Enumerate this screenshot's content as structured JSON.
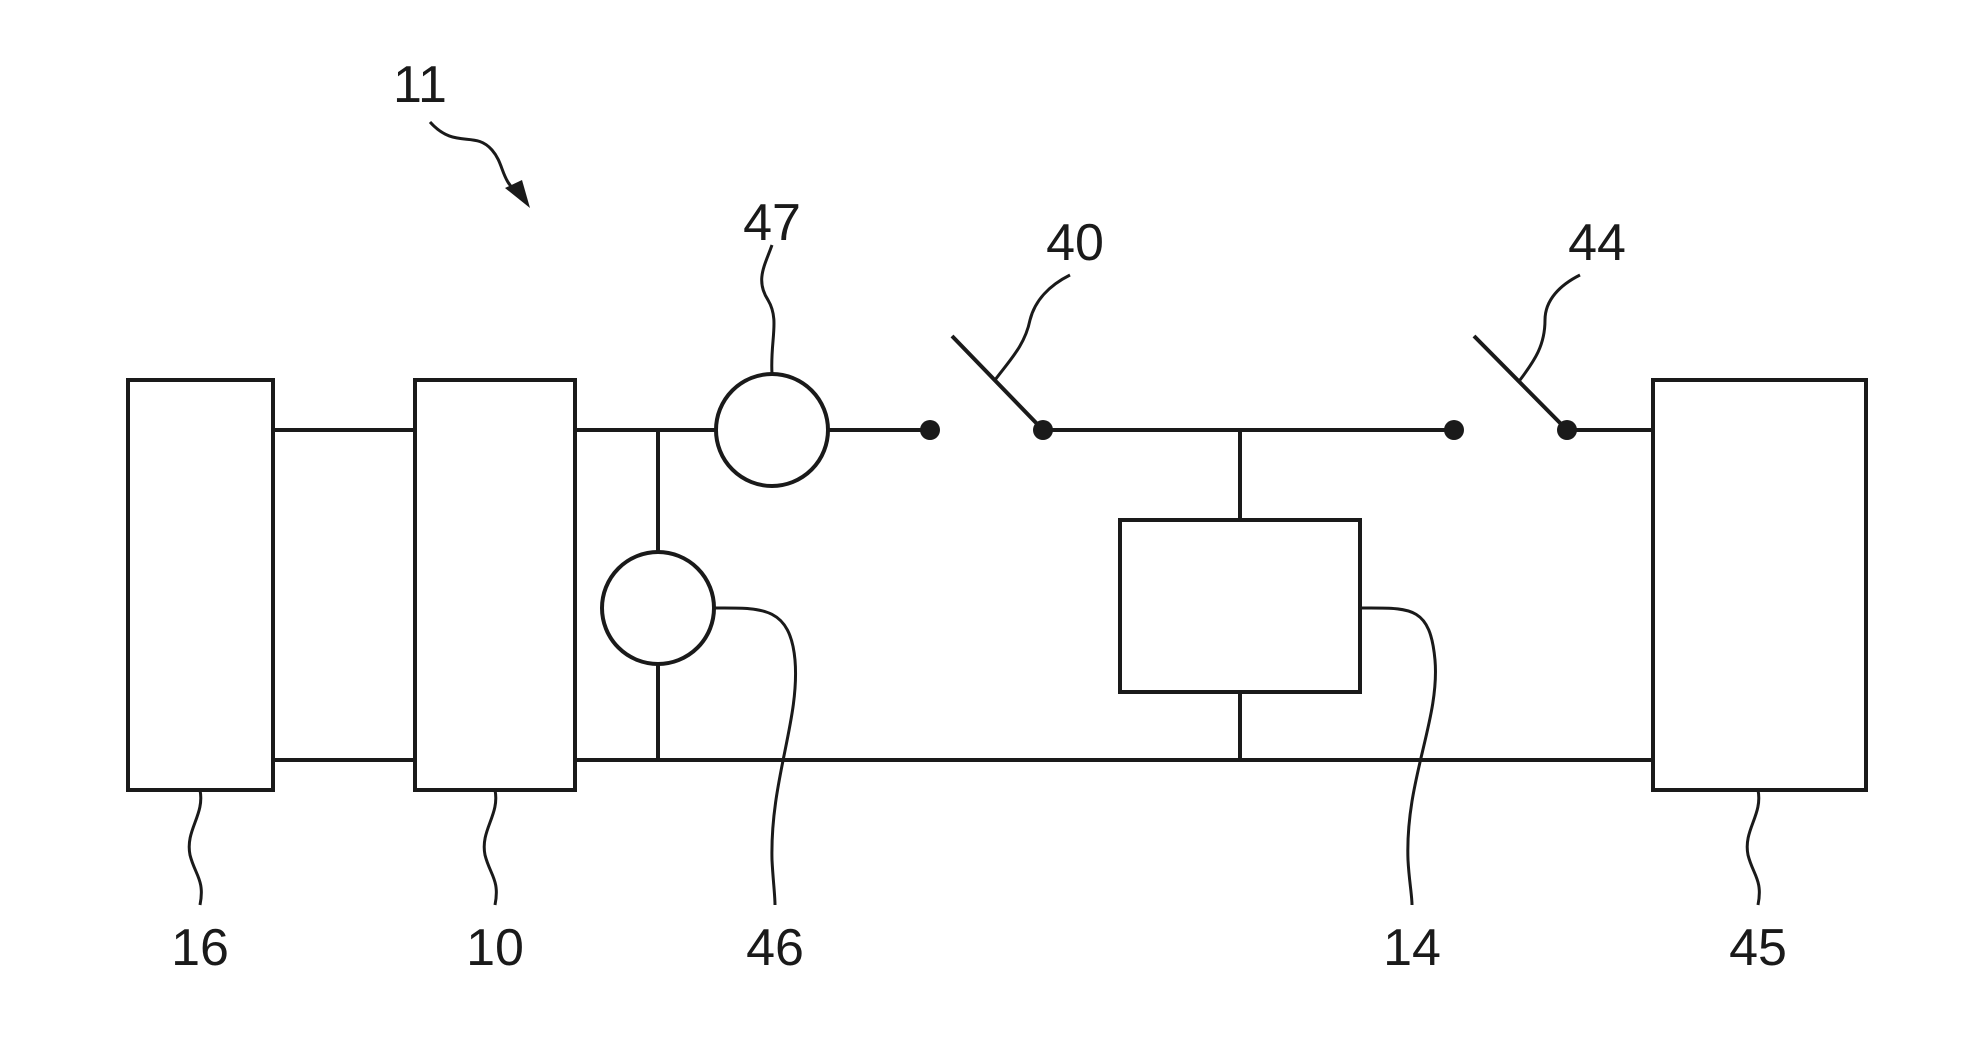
{
  "labels": {
    "system": "11",
    "block_16": "16",
    "block_10": "10",
    "element_46": "46",
    "element_47": "47",
    "switch_40": "40",
    "switch_44": "44",
    "block_14": "14",
    "block_45": "45"
  }
}
